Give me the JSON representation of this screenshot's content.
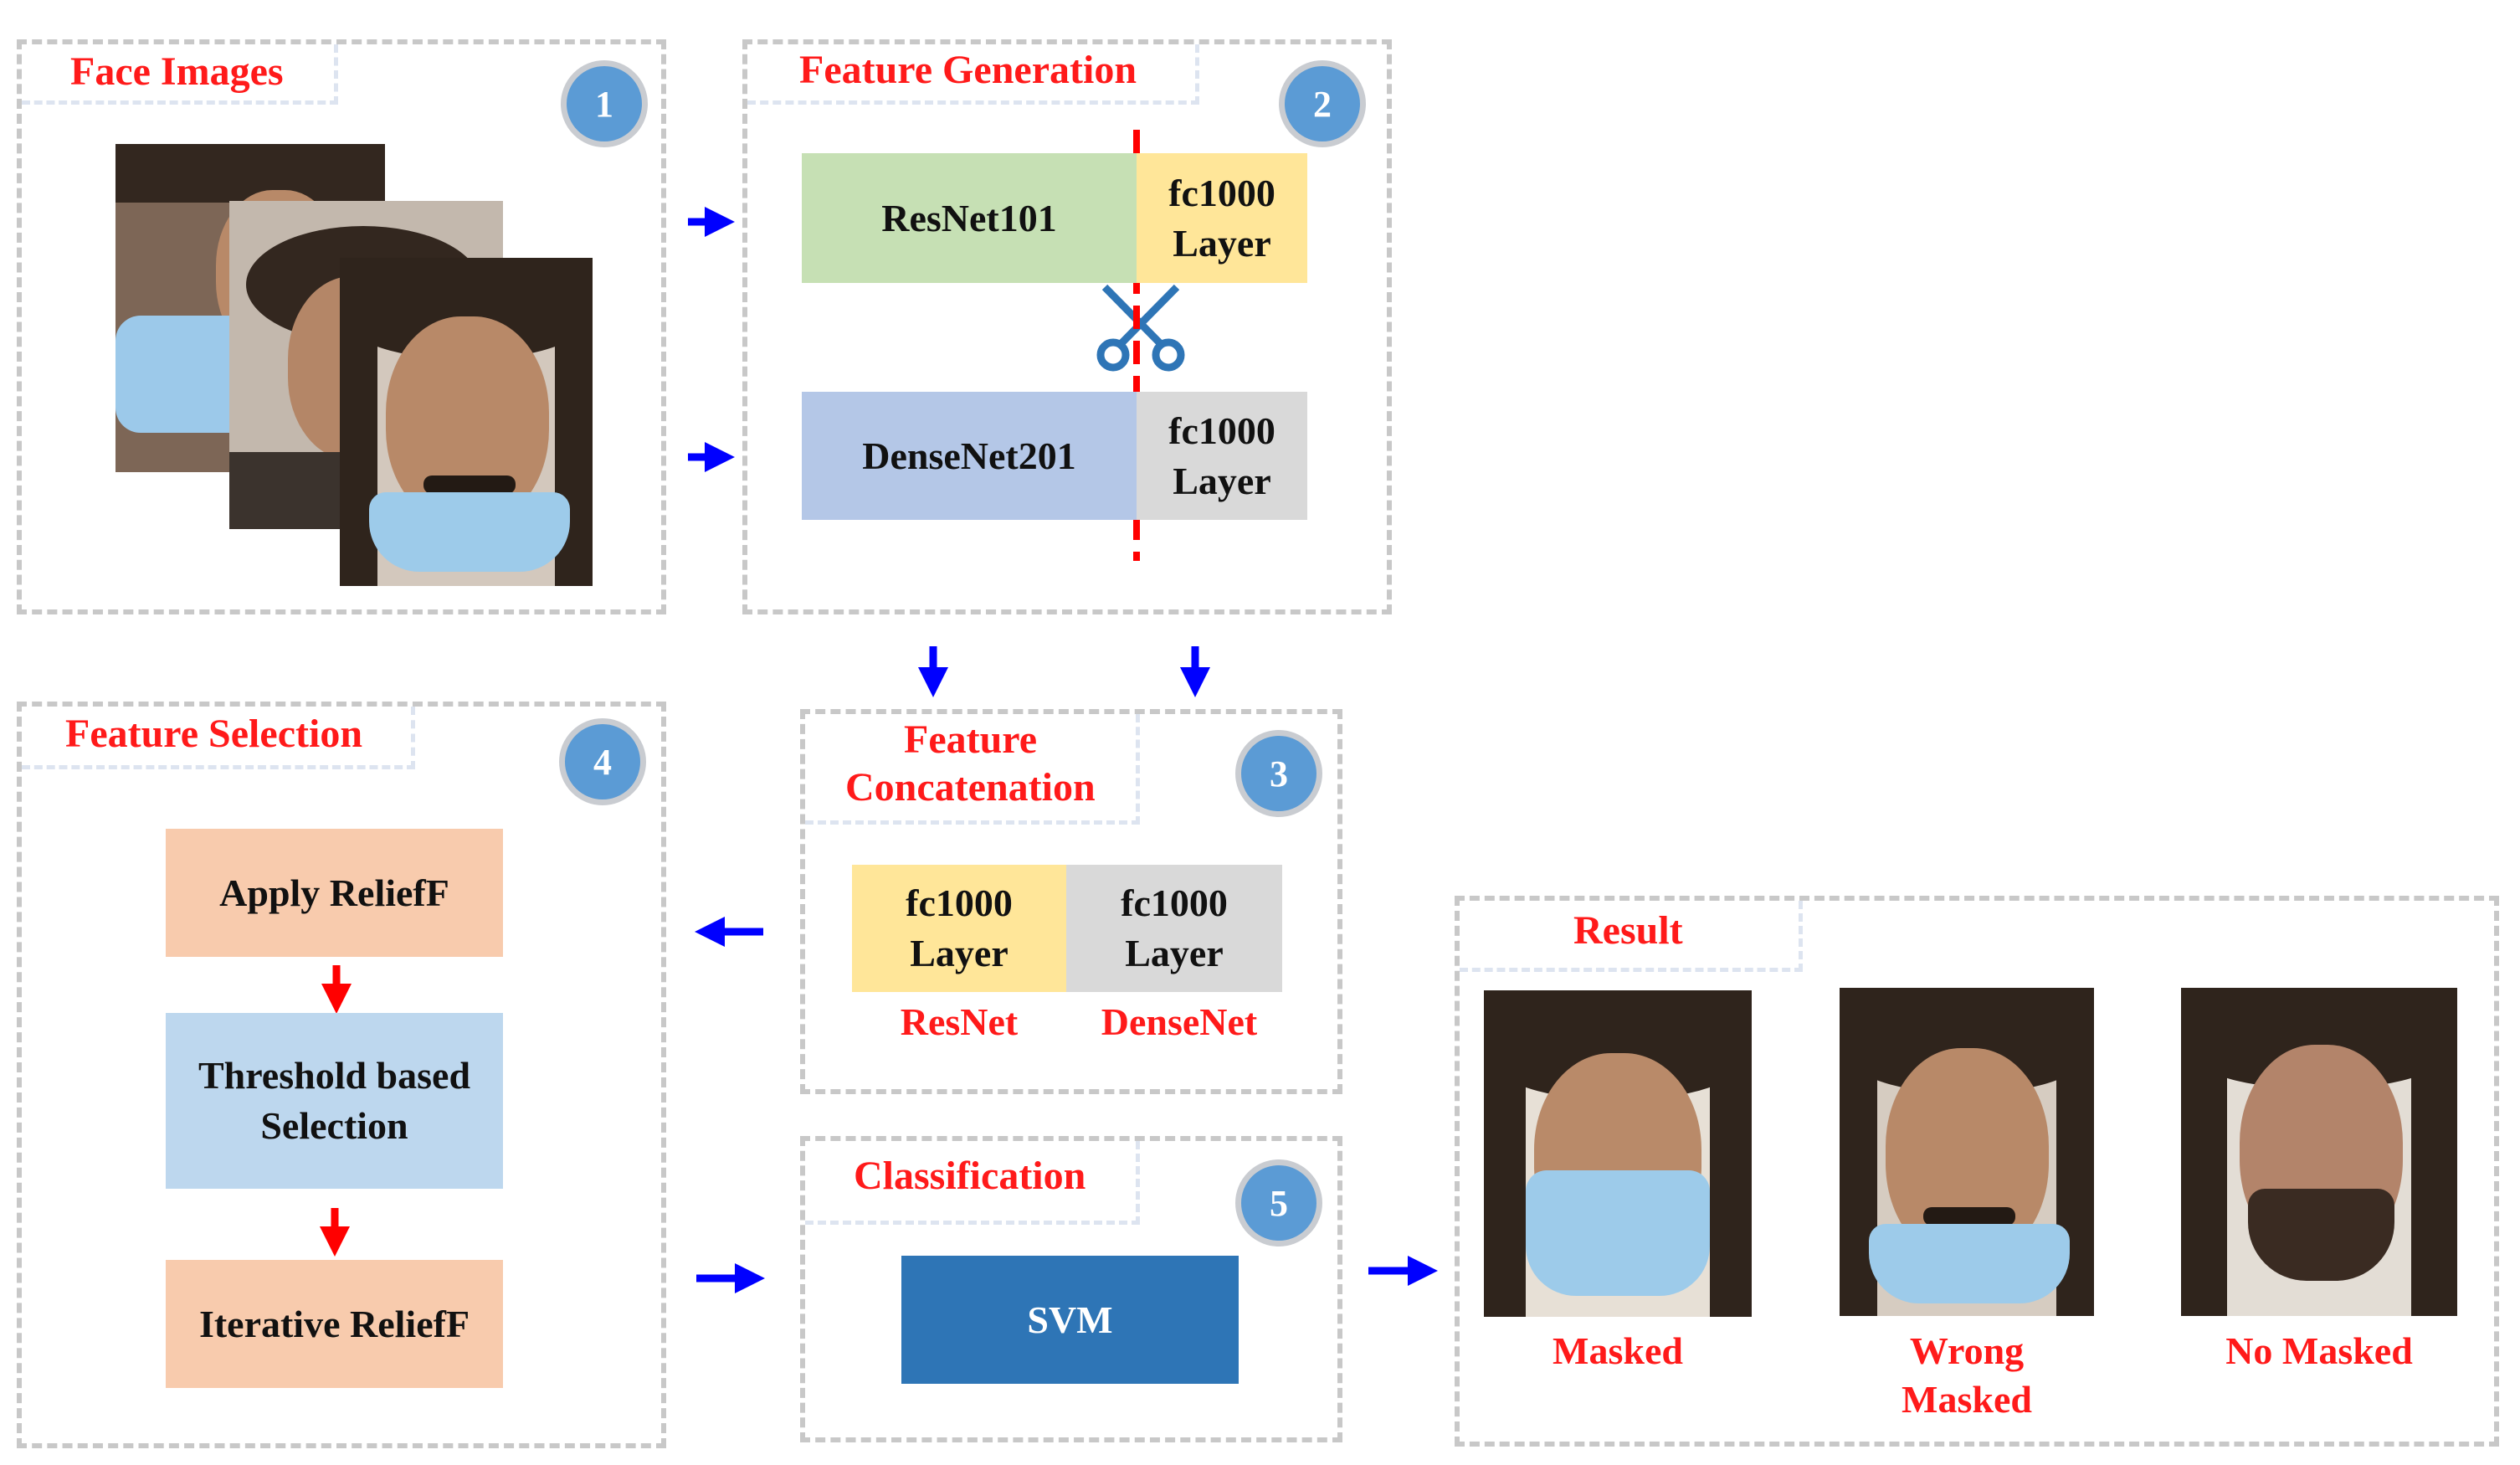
{
  "panels": {
    "face_images": {
      "title": "Face Images",
      "step": "1"
    },
    "feature_generation": {
      "title": "Feature Generation",
      "step": "2"
    },
    "feature_concatenation": {
      "title_line1": "Feature",
      "title_line2": "Concatenation",
      "step": "3"
    },
    "feature_selection": {
      "title": "Feature Selection",
      "step": "4"
    },
    "classification": {
      "title": "Classification",
      "step": "5"
    },
    "result": {
      "title": "Result"
    }
  },
  "generation": {
    "resnet": "ResNet101",
    "densenet": "DenseNet201",
    "fc_line1": "fc1000",
    "fc_line2": "Layer"
  },
  "concatenation": {
    "fc_line1": "fc1000",
    "fc_line2": "Layer",
    "resnet_label": "ResNet",
    "densenet_label": "DenseNet"
  },
  "selection": {
    "step1": "Apply ReliefF",
    "step2_line1": "Threshold based",
    "step2_line2": "Selection",
    "step3": "Iterative ReliefF"
  },
  "classification": {
    "model": "SVM"
  },
  "result": {
    "masked": "Masked",
    "wrong_line1": "Wrong",
    "wrong_line2": "Masked",
    "no_masked": "No Masked"
  },
  "colors": {
    "title_red": "#ff1a1a",
    "badge_blue": "#5b9bd5",
    "resnet_green": "#c6e0b4",
    "densenet_blue": "#b4c7e7",
    "fc_yellow": "#ffe699",
    "fc_gray": "#d9d9d9",
    "relief_orange": "#f8cbad",
    "threshold_blue": "#bdd7ee",
    "svm_blue": "#2e75b6",
    "arrow_blue": "#0000ff",
    "arrow_red": "#ff0000"
  }
}
